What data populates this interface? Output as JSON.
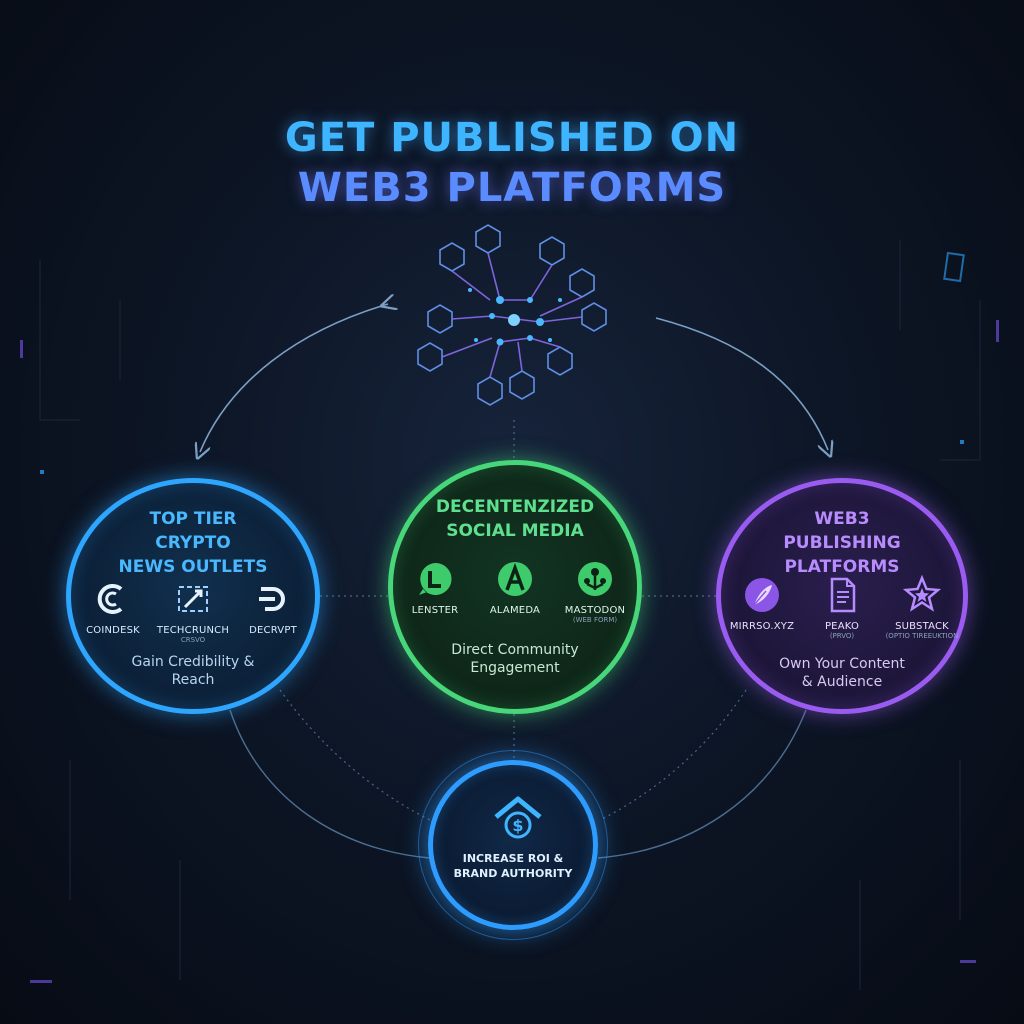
{
  "title": {
    "line1": "GET PUBLISHED ON",
    "line2": "WEB3 PLATFORMS"
  },
  "colors": {
    "title_line1": "#3fb4ff",
    "title_line2": "#5a8cff",
    "blue": "#2ea6ff",
    "green": "#47d77a",
    "purple": "#9a5cf0",
    "background": "#0d1626"
  },
  "central_graphic": {
    "icon": "hexagon-network-icon"
  },
  "nodes": {
    "news": {
      "title_lines": [
        "TOP TIER",
        "CRYPTO",
        "NEWS OUTLETS"
      ],
      "items": [
        {
          "label": "COINDESK",
          "sub": "",
          "icon": "coindesk-logo-icon"
        },
        {
          "label": "TECHCRUNCH",
          "sub": "CRSVO",
          "icon": "techcrunch-logo-icon"
        },
        {
          "label": "DECRVPT",
          "sub": "",
          "icon": "decrypt-logo-icon"
        }
      ],
      "tagline": [
        "Gain Credibility &",
        "Reach"
      ]
    },
    "social": {
      "title_lines": [
        "DECENTENZIZED",
        "SOCIAL MEDIA"
      ],
      "items": [
        {
          "label": "LENSTER",
          "sub": "",
          "icon": "lenster-logo-icon"
        },
        {
          "label": "ALAMEDA",
          "sub": "",
          "icon": "alameda-logo-icon"
        },
        {
          "label": "MASTODON",
          "sub": "(WEB FORM)",
          "icon": "mastodon-logo-icon"
        }
      ],
      "tagline": [
        "Direct Community",
        "Engagement"
      ]
    },
    "publishing": {
      "title_lines": [
        "WEB3",
        "PUBLISHING",
        "PLATFORMS"
      ],
      "items": [
        {
          "label": "MIRRSO.XYZ",
          "sub": "",
          "icon": "mirror-quill-icon"
        },
        {
          "label": "PEAKO",
          "sub": "(PRVO)",
          "icon": "document-icon"
        },
        {
          "label": "SUBSTACK",
          "sub": "(OPTIO TIREEUKTION",
          "icon": "star-badge-icon"
        }
      ],
      "tagline": [
        "Own Your Content",
        "& Audience"
      ]
    },
    "roi": {
      "lines": [
        "INCREASE ROI &",
        "BRAND AUTHORITY"
      ],
      "icon": "house-dollar-icon"
    }
  }
}
